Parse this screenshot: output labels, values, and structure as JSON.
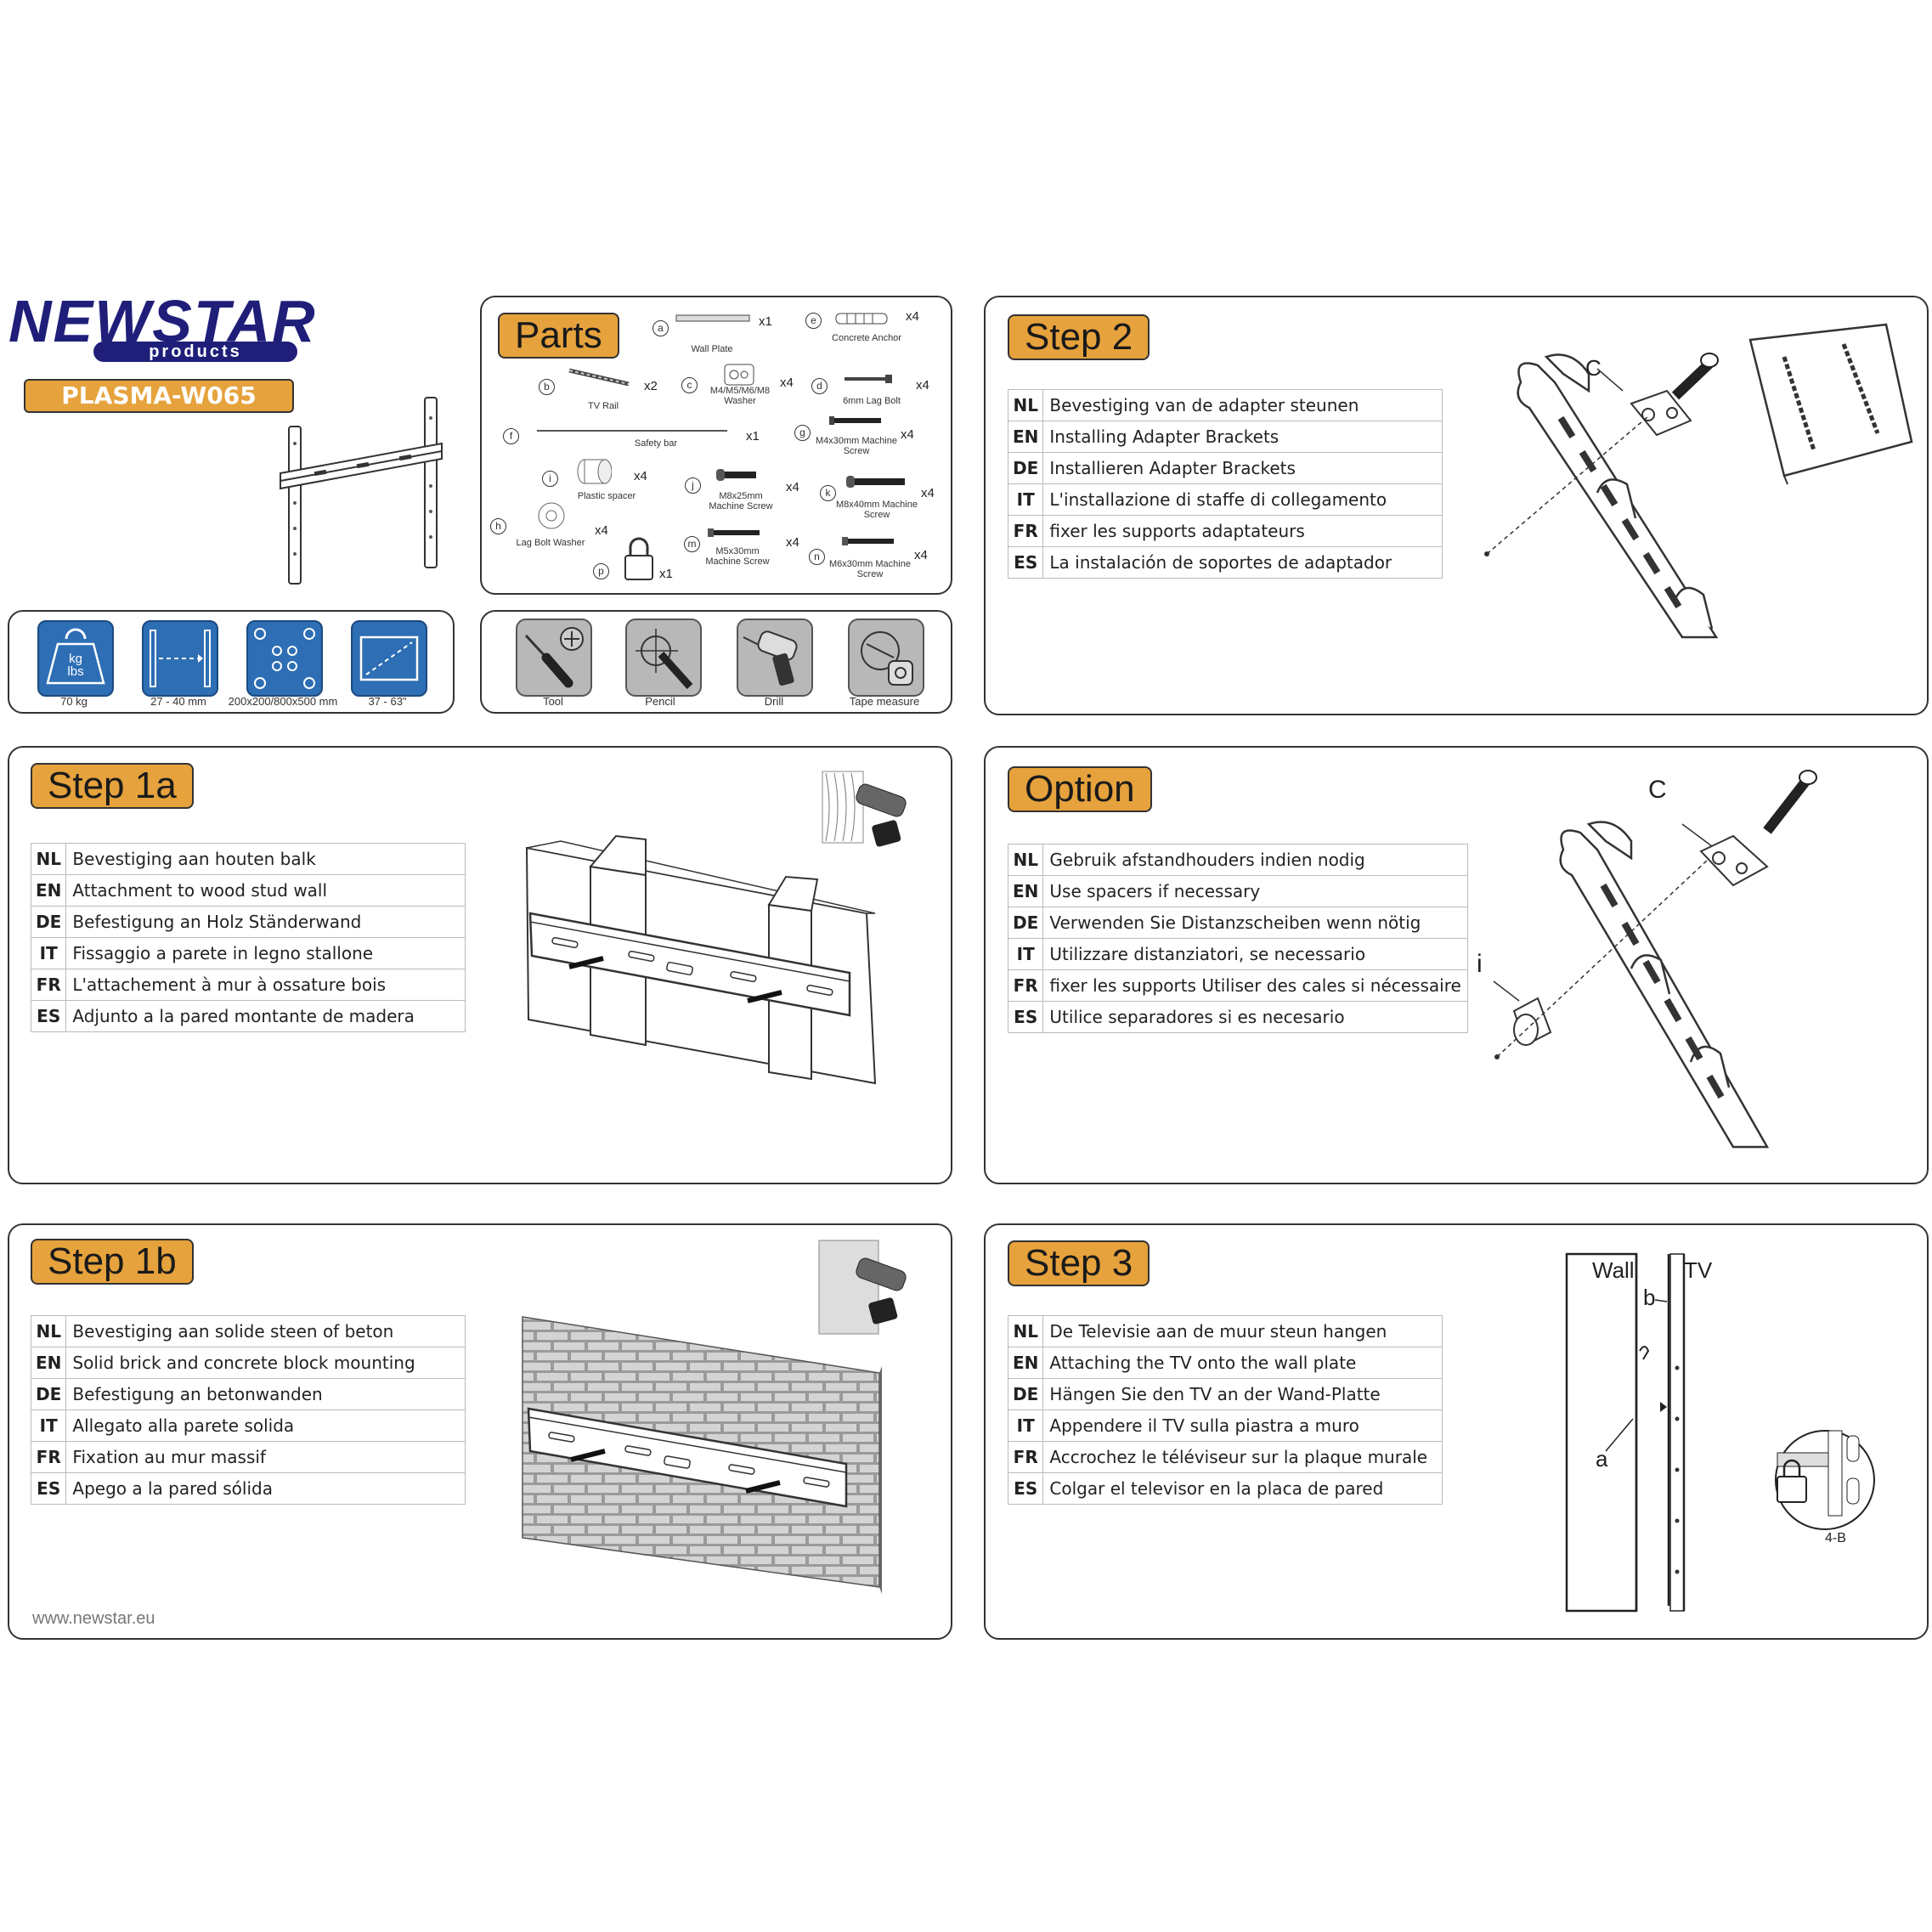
{
  "brand": {
    "logo_text": "NEWSTAR",
    "logo_sub": "products",
    "model": "PLASMA-W065",
    "website": "www.newstar.eu"
  },
  "specs": [
    {
      "icon": "weight-icon",
      "icon_text": "kg\nlbs",
      "label": "70 kg"
    },
    {
      "icon": "distance-icon",
      "label": "27 - 40 mm"
    },
    {
      "icon": "vesa-icon",
      "label": "200x200/800x500 mm"
    },
    {
      "icon": "screen-size-icon",
      "label": "37 - 63\""
    }
  ],
  "parts": {
    "title": "Parts",
    "items": [
      {
        "letter": "a",
        "name": "Wall Plate",
        "qty": "x1"
      },
      {
        "letter": "e",
        "name": "Concrete Anchor",
        "qty": "x4"
      },
      {
        "letter": "b",
        "name": "TV Rail",
        "qty": "x2"
      },
      {
        "letter": "c",
        "name": "M4/M5/M6/M8 Washer",
        "qty": "x4"
      },
      {
        "letter": "d",
        "name": "6mm Lag Bolt",
        "qty": "x4"
      },
      {
        "letter": "f",
        "name": "Safety bar",
        "qty": "x1"
      },
      {
        "letter": "g",
        "name": "M4x30mm Machine Screw",
        "qty": "x4"
      },
      {
        "letter": "i",
        "name": "Plastic spacer",
        "qty": "x4"
      },
      {
        "letter": "j",
        "name": "M8x25mm Machine Screw",
        "qty": "x4"
      },
      {
        "letter": "k",
        "name": "M8x40mm Machine Screw",
        "qty": "x4"
      },
      {
        "letter": "h",
        "name": "Lag Bolt Washer",
        "qty": "x4"
      },
      {
        "letter": "m",
        "name": "M5x30mm Machine Screw",
        "qty": "x4"
      },
      {
        "letter": "n",
        "name": "M6x30mm Machine Screw",
        "qty": "x4"
      },
      {
        "letter": "p",
        "name": "",
        "qty": "x1"
      }
    ]
  },
  "tools": [
    {
      "icon": "screwdriver-icon",
      "label": "Tool"
    },
    {
      "icon": "pencil-icon",
      "label": "Pencil"
    },
    {
      "icon": "drill-icon",
      "label": "Drill"
    },
    {
      "icon": "tape-measure-icon",
      "label": "Tape measure"
    }
  ],
  "step2": {
    "title": "Step 2",
    "rows": [
      {
        "code": "NL",
        "text": "Bevestiging van de adapter steunen"
      },
      {
        "code": "EN",
        "text": "Installing Adapter Brackets"
      },
      {
        "code": "DE",
        "text": "Installieren Adapter Brackets"
      },
      {
        "code": "IT",
        "text": "L'installazione di staffe di collegamento"
      },
      {
        "code": "FR",
        "text": "fixer les supports adaptateurs"
      },
      {
        "code": "ES",
        "text": "La instalación de soportes de adaptador"
      }
    ],
    "figure_label": "C"
  },
  "step1a": {
    "title": "Step 1a",
    "rows": [
      {
        "code": "NL",
        "text": "Bevestiging aan houten balk"
      },
      {
        "code": "EN",
        "text": "Attachment to wood stud wall"
      },
      {
        "code": "DE",
        "text": "Befestigung an Holz Ständerwand"
      },
      {
        "code": "IT",
        "text": "Fissaggio a parete in legno stallone"
      },
      {
        "code": "FR",
        "text": "L'attachement à mur à ossature bois"
      },
      {
        "code": "ES",
        "text": "Adjunto a la pared montante de madera"
      }
    ]
  },
  "option": {
    "title": "Option",
    "rows": [
      {
        "code": "NL",
        "text": "Gebruik afstandhouders indien nodig"
      },
      {
        "code": "EN",
        "text": "Use spacers if necessary"
      },
      {
        "code": "DE",
        "text": "Verwenden Sie Distanzscheiben wenn nötig"
      },
      {
        "code": "IT",
        "text": "Utilizzare distanziatori, se necessario"
      },
      {
        "code": "FR",
        "text": "fixer les supports Utiliser des cales si nécessaire"
      },
      {
        "code": "ES",
        "text": "Utilice separadores si es necesario"
      }
    ],
    "figure_label_c": "C",
    "figure_label_i": "i"
  },
  "step1b": {
    "title": "Step 1b",
    "rows": [
      {
        "code": "NL",
        "text": "Bevestiging aan solide steen of beton"
      },
      {
        "code": "EN",
        "text": "Solid brick and concrete block mounting"
      },
      {
        "code": "DE",
        "text": "Befestigung an betonwanden"
      },
      {
        "code": "IT",
        "text": "Allegato alla parete solida"
      },
      {
        "code": "FR",
        "text": "Fixation au mur massif"
      },
      {
        "code": "ES",
        "text": "Apego a la pared sólida"
      }
    ]
  },
  "step3": {
    "title": "Step 3",
    "rows": [
      {
        "code": "NL",
        "text": "De Televisie aan de muur steun hangen"
      },
      {
        "code": "EN",
        "text": "Attaching the TV onto the wall plate"
      },
      {
        "code": "DE",
        "text": "Hängen Sie den TV an der Wand-Platte"
      },
      {
        "code": "IT",
        "text": "Appendere il TV sulla piastra a muro"
      },
      {
        "code": "FR",
        "text": "Accrochez le téléviseur sur la plaque murale"
      },
      {
        "code": "ES",
        "text": "Colgar el televisor en la placa de pared"
      }
    ],
    "label_wall": "Wall",
    "label_tv": "TV",
    "label_a": "a",
    "label_b": "b",
    "label_detail": "4-B"
  }
}
